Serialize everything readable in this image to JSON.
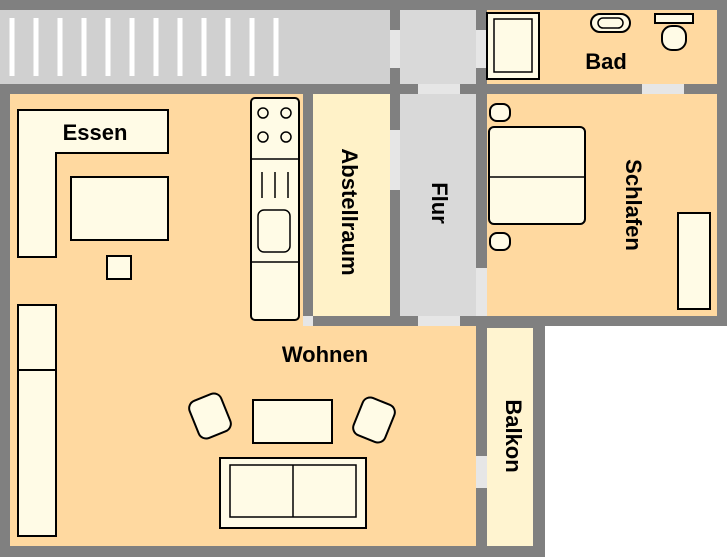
{
  "floorplan": {
    "rooms": {
      "essen": "Essen",
      "bad": "Bad",
      "abstellraum": "Abstellraum",
      "flur": "Flur",
      "schlafen": "Schlafen",
      "wohnen": "Wohnen",
      "balkon": "Balkon"
    },
    "colors": {
      "wall": "#808080",
      "room_floor": "#ffd9a0",
      "hall_floor": "#d9d9d9",
      "stair_floor": "#d0d0d0",
      "balcony_floor": "#fff4d0",
      "storage_floor": "#fff2c8",
      "furniture": "#fffbe6",
      "outline": "#000000"
    }
  }
}
